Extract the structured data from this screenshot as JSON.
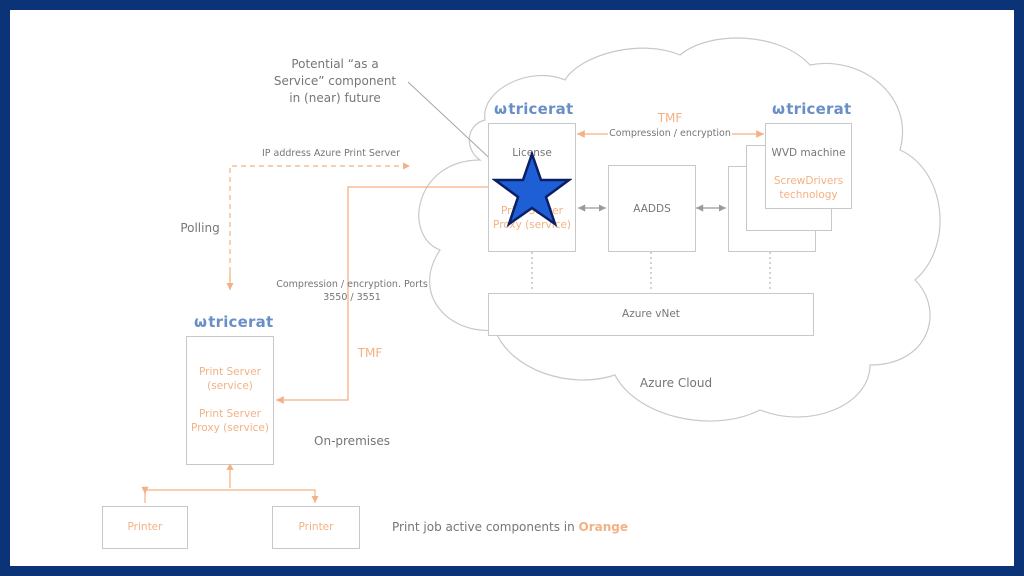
{
  "brand": {
    "logo_text": "tricerat",
    "logo_mark": "ω"
  },
  "callout": {
    "line1": "Potential “as a",
    "line2": "Service” component",
    "line3": "in (near) future"
  },
  "labels": {
    "ip_address": "IP address Azure Print Server",
    "polling": "Polling",
    "compression_ports_line1": "Compression / encryption. Ports",
    "compression_ports_line2": "3550 / 3551",
    "tmf_left": "TMF",
    "tmf_top": "TMF",
    "compression_top": "Compression / encryption",
    "on_premises": "On-premises",
    "azure_cloud": "Azure Cloud",
    "legend_prefix": "Print job active components in ",
    "legend_highlight": "Orange"
  },
  "cloud_boxes": {
    "license": "License",
    "print_server_proxy_line1": "Print Server",
    "print_server_proxy_line2": "Proxy (service)",
    "aadds": "AADDS",
    "wvd_title": "WVD machine",
    "wvd_tech_line1": "ScrewDrivers",
    "wvd_tech_line2": "technology",
    "azure_vnet": "Azure vNet"
  },
  "onprem_box": {
    "print_server_line1": "Print Server",
    "print_server_line2": "(service)",
    "proxy_line1": "Print Server",
    "proxy_line2": "Proxy (service)"
  },
  "printers": [
    "Printer",
    "Printer"
  ],
  "colors": {
    "frame": "#0a3378",
    "orange": "#f4b183",
    "gray": "#a6a6a6",
    "star_fill": "#1f5fd6",
    "star_stroke": "#0b1f66",
    "logo": "#6a8fc8"
  }
}
